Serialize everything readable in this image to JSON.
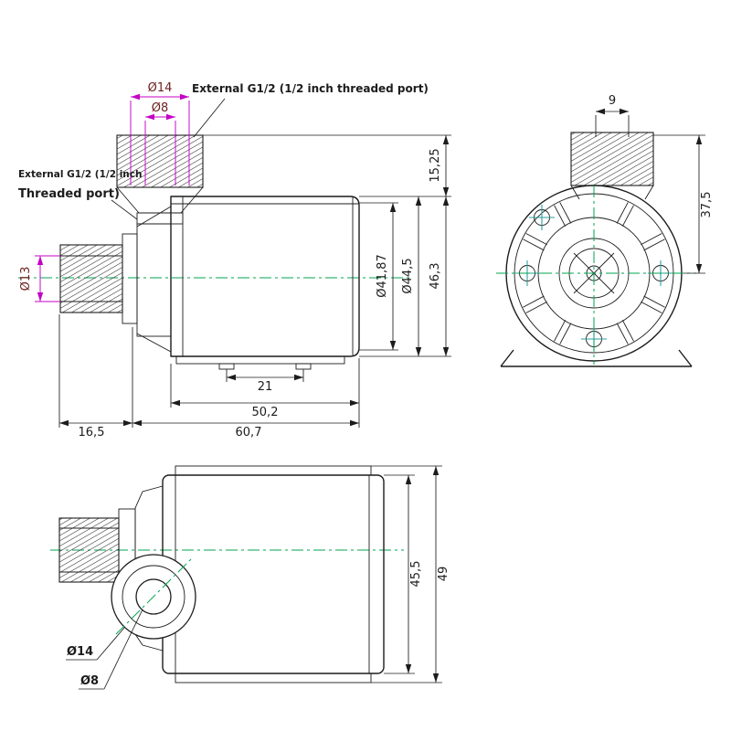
{
  "colors": {
    "background": "#ffffff",
    "outline": "#1c1c1c",
    "dimension_magenta": "#c400c4",
    "centerline_green": "#00a651",
    "screw_cross_teal": "#2f9e9e",
    "diameter_text_maroon": "#6e1f1f"
  },
  "side_view": {
    "note_top_port": "External G1/2 (1/2 inch threaded port)",
    "note_left_port_line1": "External G1/2 (1/2 inch",
    "note_left_port_line2": "Threaded port)",
    "dim_top_port_outer_dia": "Ø14",
    "dim_top_port_inner_dia": "Ø8",
    "dim_left_port_bore_dia": "Ø13",
    "dim_port_height": "15,25",
    "dim_motor_inner_dia": "Ø41,87",
    "dim_motor_outer_dia": "Ø44,5",
    "dim_body_dia": "46,3",
    "dim_feet_spacing": "21",
    "dim_body_length": "50,2",
    "dim_total_length": "60,7",
    "dim_inlet_port_length": "16,5"
  },
  "front_view": {
    "dim_port_bore": "9",
    "dim_port_top_to_center": "37,5"
  },
  "bottom_view": {
    "dim_body_width": "45,5",
    "dim_overall_width": "49",
    "dim_outlet_outer_dia": "Ø14",
    "dim_outlet_inner_dia": "Ø8"
  }
}
